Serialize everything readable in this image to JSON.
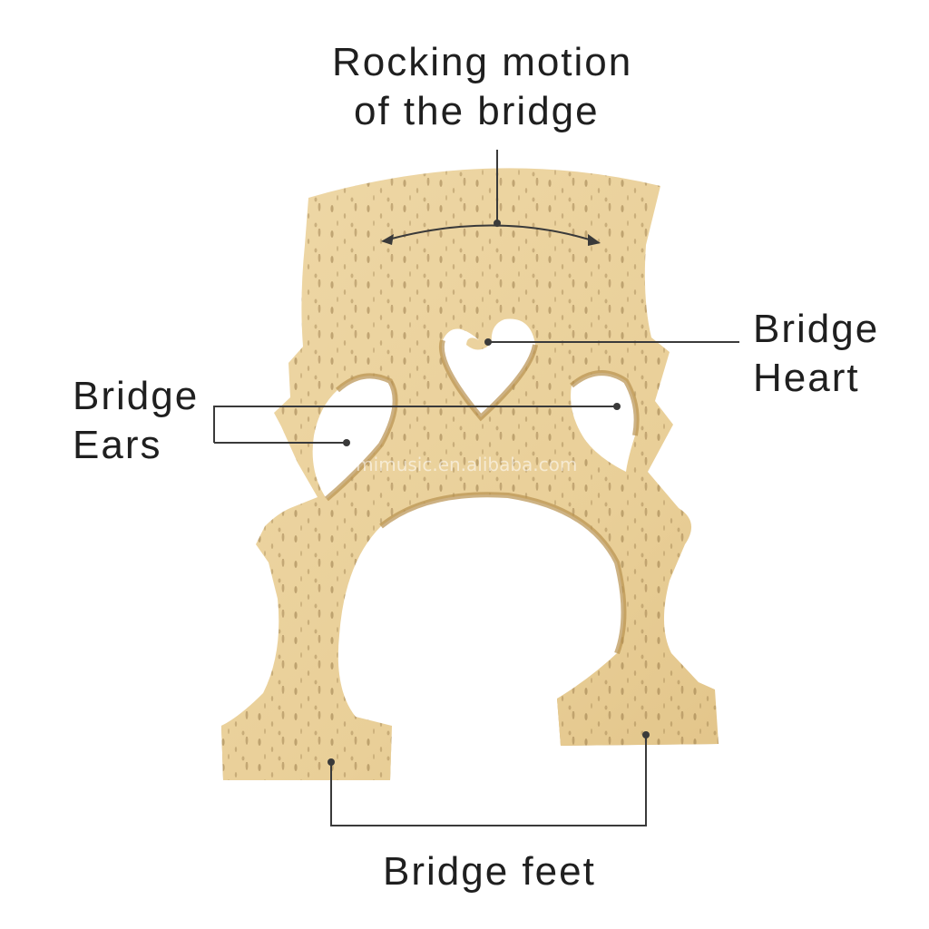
{
  "labels": {
    "rocking": [
      "Rocking motion",
      "of the bridge"
    ],
    "heart": [
      "Bridge",
      "Heart"
    ],
    "ears": [
      "Bridge",
      "Ears"
    ],
    "feet": "Bridge feet"
  },
  "watermark": "naomimusic.en.alibaba.com",
  "colors": {
    "wood_light": "#efd9a8",
    "wood_mid": "#e3c68a",
    "wood_edge": "#c9a566",
    "grain": "#8a6a3a",
    "line": "#3a3a3a",
    "text": "#1f1f1f"
  }
}
